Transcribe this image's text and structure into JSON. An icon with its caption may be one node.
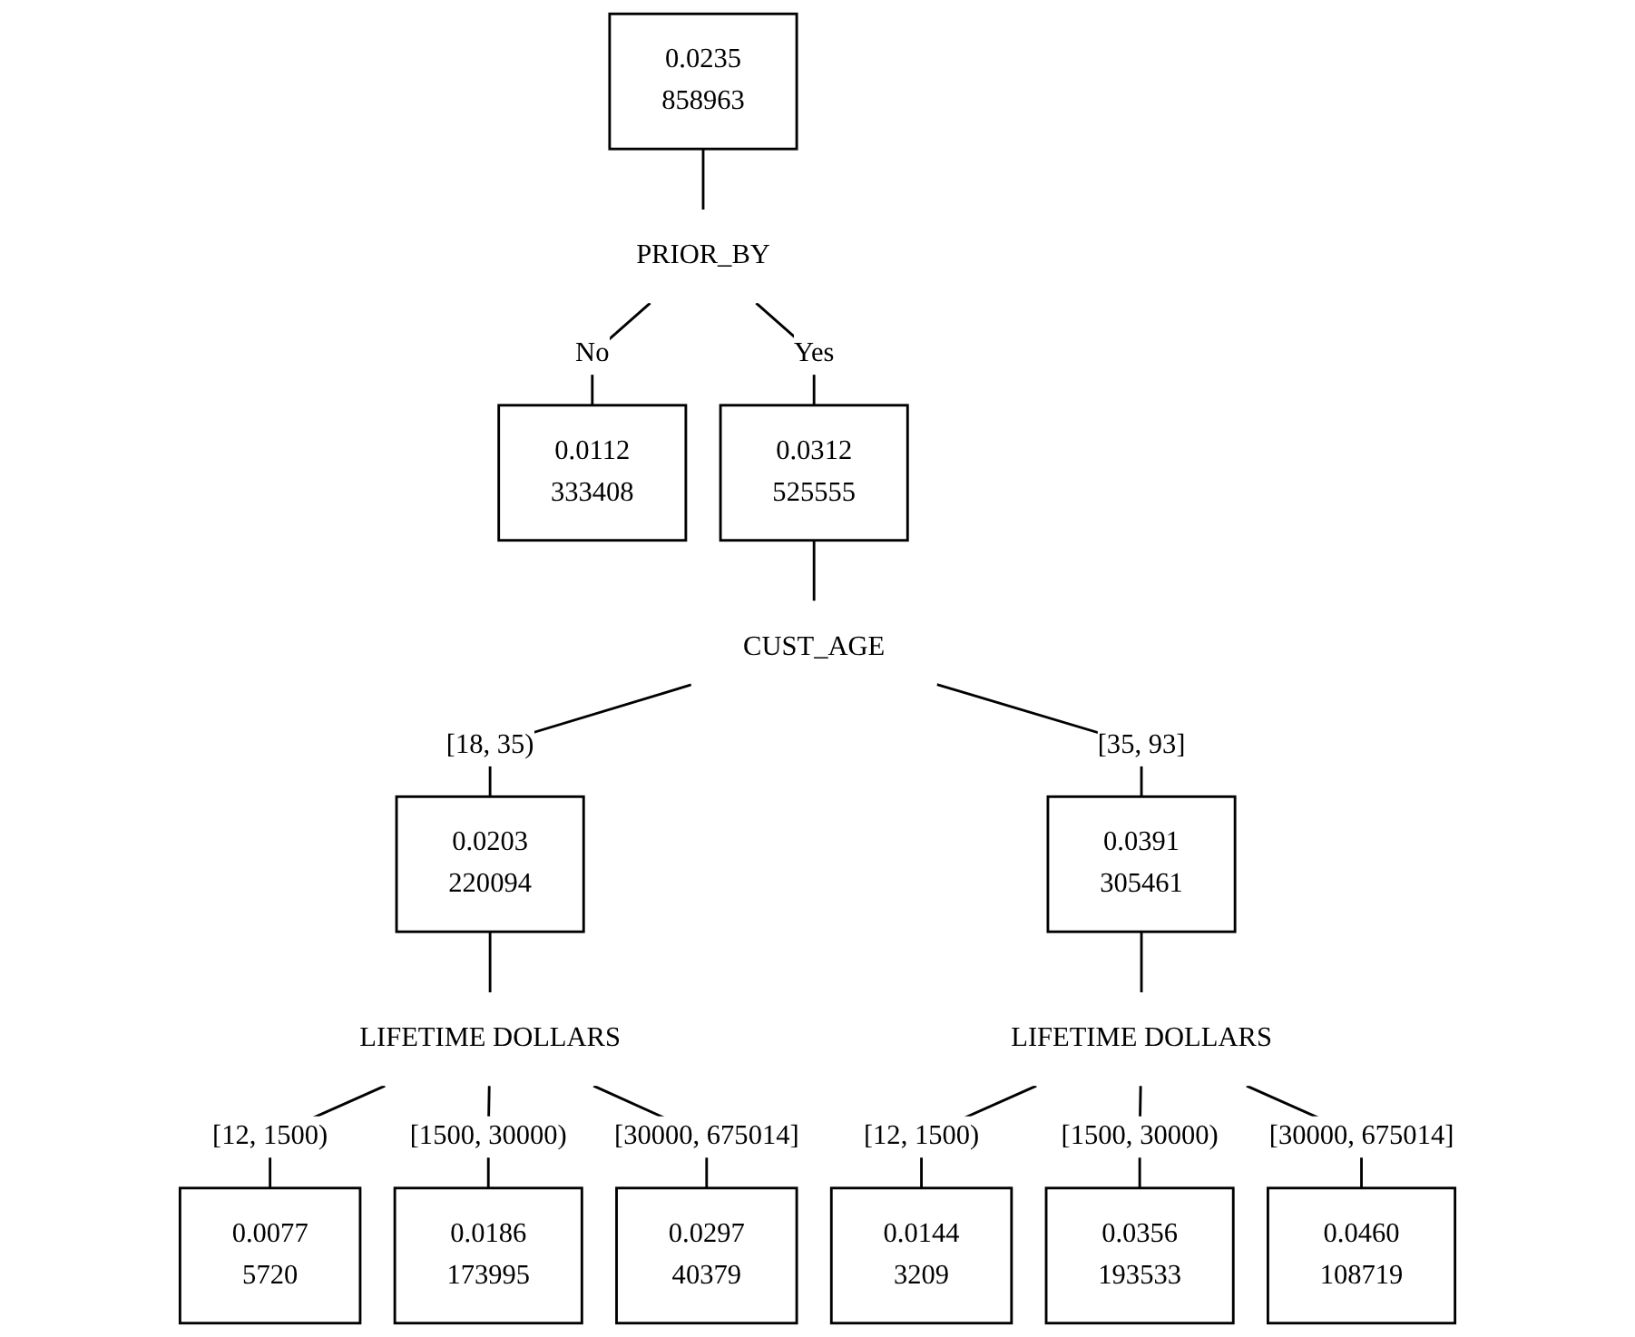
{
  "diagram": {
    "nodes": [
      {
        "text": [
          "0.0235",
          "858963"
        ]
      },
      {
        "text": [
          "PRIOR_BY"
        ]
      },
      {
        "text": [
          "0.0112",
          "333408"
        ]
      },
      {
        "text": [
          "0.0312",
          "525555"
        ]
      },
      {
        "text": [
          "CUST_AGE"
        ]
      },
      {
        "text": [
          "0.0203",
          "220094"
        ]
      },
      {
        "text": [
          "0.0391",
          "305461"
        ]
      },
      {
        "text": [
          "LIFETIME DOLLARS"
        ]
      },
      {
        "text": [
          "LIFETIME DOLLARS"
        ]
      },
      {
        "text": [
          "0.0077",
          "5720"
        ]
      },
      {
        "text": [
          "0.0186",
          "173995"
        ]
      },
      {
        "text": [
          "0.0297",
          "40379"
        ]
      },
      {
        "text": [
          "0.0144",
          "3209"
        ]
      },
      {
        "text": [
          "0.0356",
          "193533"
        ]
      },
      {
        "text": [
          "0.0460",
          "108719"
        ]
      }
    ],
    "edges": [
      {
        "from": 0,
        "to": 1,
        "arrow": "none"
      },
      {
        "from": 1,
        "to": 2,
        "label": "No",
        "arrow": "none"
      },
      {
        "from": 1,
        "to": 3,
        "label": "Yes",
        "arrow": "none"
      },
      {
        "from": 3,
        "to": 4,
        "arrow": "none"
      },
      {
        "from": 4,
        "to": 5,
        "label": "[18, 35)",
        "arrow": "none"
      },
      {
        "from": 4,
        "to": 6,
        "label": "[35, 93]",
        "arrow": "none"
      },
      {
        "from": 5,
        "to": 7,
        "arrow": "none"
      },
      {
        "from": 6,
        "to": 8,
        "arrow": "none"
      },
      {
        "from": 7,
        "to": 9,
        "label": "[12, 1500)",
        "arrow": "none"
      },
      {
        "from": 7,
        "to": 10,
        "label": "[1500, 30000)",
        "arrow": "none"
      },
      {
        "from": 7,
        "to": 11,
        "label": "[30000, 675014]",
        "arrow": "none"
      },
      {
        "from": 8,
        "to": 12,
        "label": "[12, 1500)",
        "arrow": "none"
      },
      {
        "from": 8,
        "to": 13,
        "label": "[1500, 30000)",
        "arrow": "none"
      },
      {
        "from": 8,
        "to": 14,
        "label": "[30000, 675014]",
        "arrow": "none"
      }
    ]
  }
}
